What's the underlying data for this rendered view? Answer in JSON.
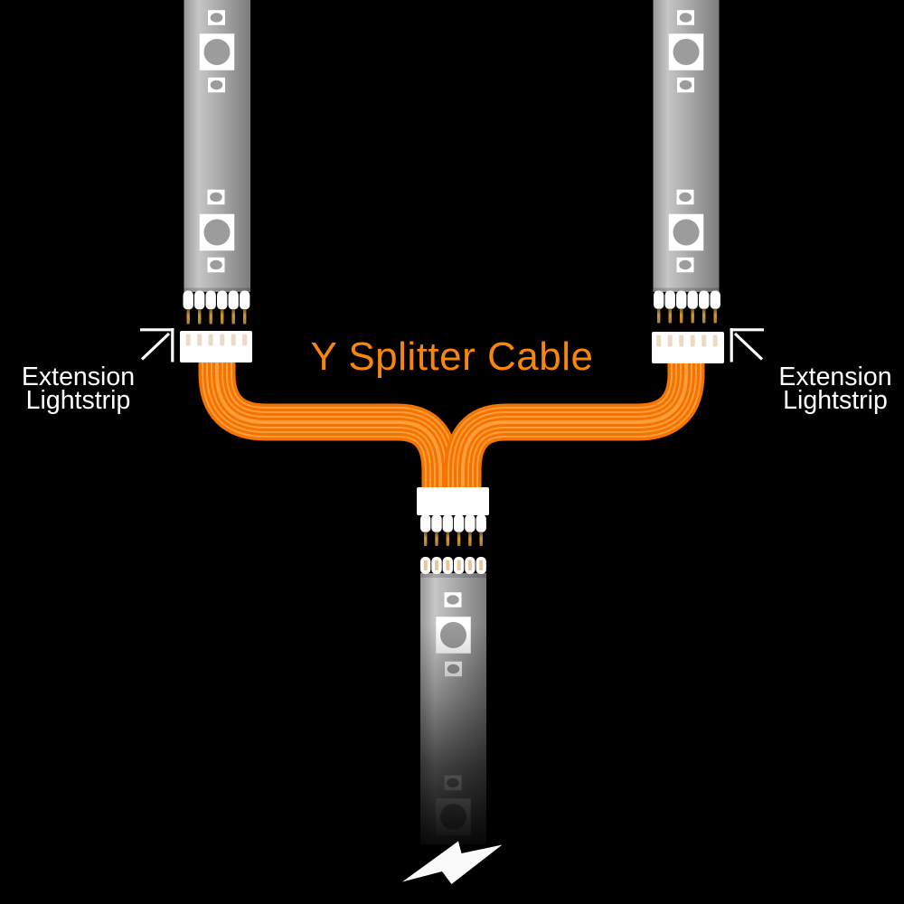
{
  "title": {
    "text": "Y Splitter Cable"
  },
  "labels": {
    "left": {
      "line1": "Extension",
      "line2": "Lightstrip"
    },
    "right": {
      "line1": "Extension",
      "line2": "Lightstrip"
    }
  },
  "colors": {
    "background": "#000000",
    "title_orange": "#f8860d",
    "cable_base": "#f57300",
    "cable_stripe": "#ff9f3c",
    "label_text": "#ffffff",
    "arrow": "#ffffff",
    "bolt": "#fafafa",
    "pin_gold": "#c08a2e",
    "strip_gray": "#a7a7a7",
    "component_gray": "#9c9c9c"
  },
  "icons": {
    "left_arrow": "arrow-up-right-icon",
    "right_arrow": "arrow-up-left-icon",
    "bolt": "lightning-bolt-icon"
  }
}
